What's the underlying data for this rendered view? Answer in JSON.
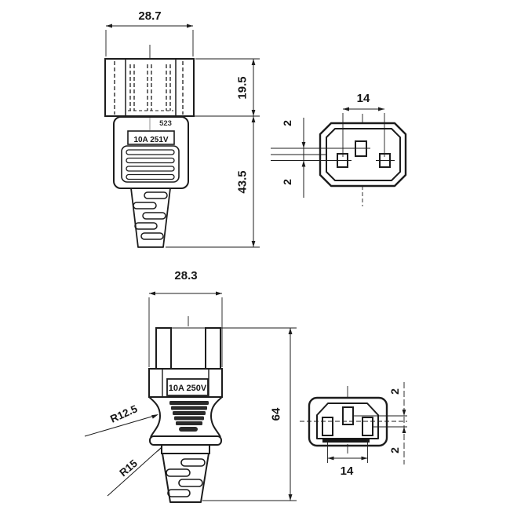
{
  "colors": {
    "background": "#ffffff",
    "ink": "#1c1c1c"
  },
  "views": {
    "top_plug": {
      "dim_width": "28.7",
      "dim_upper_height": "19.5",
      "dim_lower_height": "43.5",
      "mold_mark": "523",
      "rating": "10A 251V"
    },
    "top_face": {
      "dim_pin_spacing": "14",
      "dim_offset_upper": "2",
      "dim_offset_lower": "2"
    },
    "bottom_plug": {
      "dim_width": "28.3",
      "dim_height": "64",
      "rating": "10A 250V",
      "radius_waist": "R12.5",
      "radius_flare": "R15"
    },
    "bottom_face": {
      "dim_pin_spacing": "14",
      "dim_offset_upper": "2",
      "dim_offset_lower": "2"
    }
  }
}
